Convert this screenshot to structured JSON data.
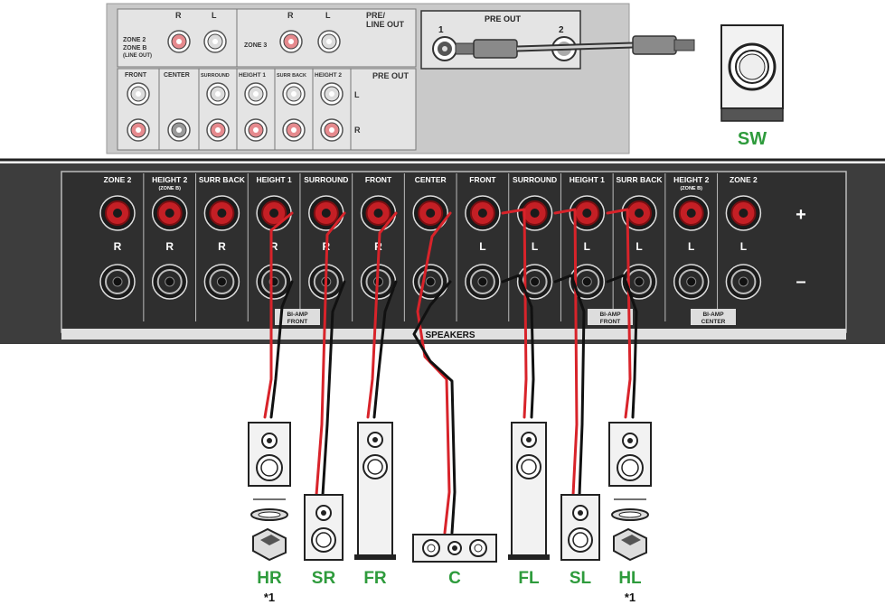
{
  "top_panel": {
    "zone2_label": "ZONE 2",
    "zoneb_label": "ZONE B",
    "lineout_label": "(LINE OUT)",
    "zone3_label": "ZONE 3",
    "r_label": "R",
    "l_label": "L",
    "pre_line_out_1": "PRE/",
    "pre_line_out_2": "LINE OUT",
    "pre_out_label": "PRE OUT",
    "pre_out_box_label": "PRE OUT",
    "pre_out_1": "1",
    "pre_out_2": "2",
    "col_front": "FRONT",
    "col_center": "CENTER",
    "col_surround": "SURROUND",
    "col_height1": "HEIGHT 1",
    "col_surrback": "SURR BACK",
    "col_height2": "HEIGHT 2",
    "row_l": "L",
    "row_r": "R"
  },
  "subwoofer": {
    "label": "SW",
    "color": "#2e9b3c"
  },
  "speaker_panel": {
    "columns": [
      "ZONE 2",
      "HEIGHT 2",
      "SURR BACK",
      "HEIGHT 1",
      "SURROUND",
      "FRONT",
      "CENTER",
      "FRONT",
      "SURROUND",
      "HEIGHT 1",
      "SURR BACK",
      "HEIGHT 2",
      "ZONE 2"
    ],
    "sublabels": [
      "",
      "(ZONE B)",
      "",
      "",
      "",
      "",
      "",
      "",
      "",
      "",
      "",
      "(ZONE B)",
      ""
    ],
    "channels": [
      "R",
      "R",
      "R",
      "R",
      "R",
      "R",
      "",
      "L",
      "L",
      "L",
      "L",
      "L",
      "L"
    ],
    "plus": "+",
    "minus": "–",
    "speakers_label": "SPEAKERS",
    "biamp_left": [
      "BI-AMP",
      "FRONT"
    ],
    "biamp_mid": [
      "BI-AMP",
      "FRONT"
    ],
    "biamp_right": [
      "BI-AMP",
      "CENTER"
    ]
  },
  "speakers": [
    {
      "label": "HR",
      "note": "*1"
    },
    {
      "label": "SR",
      "note": ""
    },
    {
      "label": "FR",
      "note": ""
    },
    {
      "label": "C",
      "note": ""
    },
    {
      "label": "FL",
      "note": ""
    },
    {
      "label": "SL",
      "note": ""
    },
    {
      "label": "HL",
      "note": "*1"
    }
  ],
  "colors": {
    "label_green": "#2e9b3c",
    "wire_red": "#d8232a",
    "wire_black": "#111111",
    "panel_dark": "#3d3d3d",
    "panel_gray": "#c9c9c9"
  }
}
